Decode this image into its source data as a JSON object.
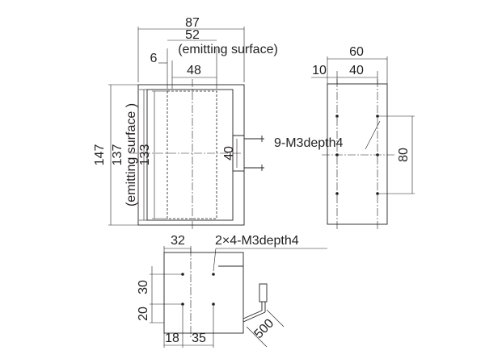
{
  "front_view": {
    "dim_overall_width": "87",
    "dim_emit_width": "52",
    "dim_emit_width_note": "(emitting surface)",
    "dim_offset": "6",
    "dim_inner_width": "48",
    "dim_overall_height": "147",
    "dim_emit_height": "137",
    "dim_emit_height_note": "(emitting surface )",
    "dim_inner_height": "133",
    "dim_connector_spacing": "40"
  },
  "side_view": {
    "dim_width": "60",
    "dim_edge": "10",
    "dim_hole_spacing": "40",
    "hole_callout": "9-M3depth4",
    "dim_vertical_spacing": "80"
  },
  "bottom_view": {
    "dim_top": "32",
    "hole_callout": "2×4-M3depth4",
    "dim_v1": "30",
    "dim_v2": "20",
    "dim_h1": "18",
    "dim_h2": "35",
    "cable_length": "500"
  }
}
